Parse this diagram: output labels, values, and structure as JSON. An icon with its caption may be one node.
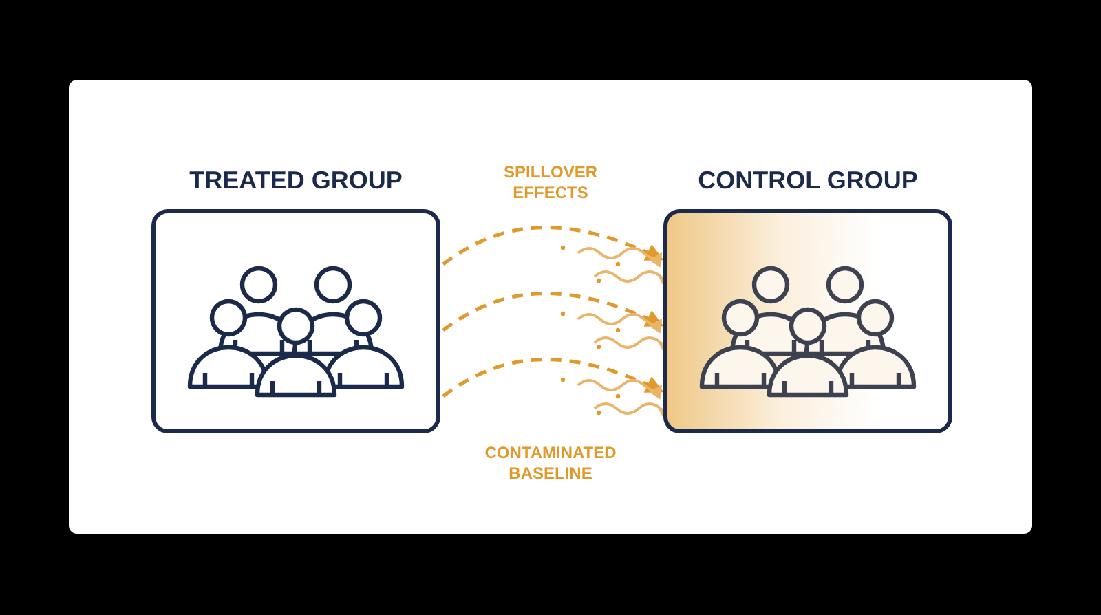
{
  "diagram": {
    "nodes": [
      {
        "text": [
          "TREATED GROUP"
        ]
      },
      {
        "text": [
          "CONTROL GROUP"
        ]
      }
    ],
    "edges": [
      {
        "from": 0,
        "to": 1,
        "arrow": "to",
        "style": "dashed",
        "color": "#e09a2b"
      },
      {
        "from": 0,
        "to": 1,
        "arrow": "to",
        "style": "dashed",
        "color": "#e09a2b"
      },
      {
        "from": 0,
        "to": 1,
        "arrow": "to",
        "style": "dashed",
        "color": "#e09a2b"
      },
      {
        "from": null,
        "to": 1,
        "arrow": "to",
        "color": "#eab56a"
      },
      {
        "from": null,
        "to": 1,
        "arrow": "to",
        "color": "#eab56a"
      },
      {
        "from": null,
        "to": 1,
        "arrow": "to",
        "color": "#eab56a"
      },
      {
        "from": null,
        "to": 1,
        "arrow": "to",
        "color": "#eab56a"
      },
      {
        "from": null,
        "to": 1,
        "arrow": "to",
        "color": "#eab56a"
      },
      {
        "from": null,
        "to": 1,
        "arrow": "to",
        "color": "#eab56a"
      }
    ],
    "labels": [
      "SPILLOVER EFFECTS",
      "CONTAMINATED BASELINE"
    ]
  }
}
